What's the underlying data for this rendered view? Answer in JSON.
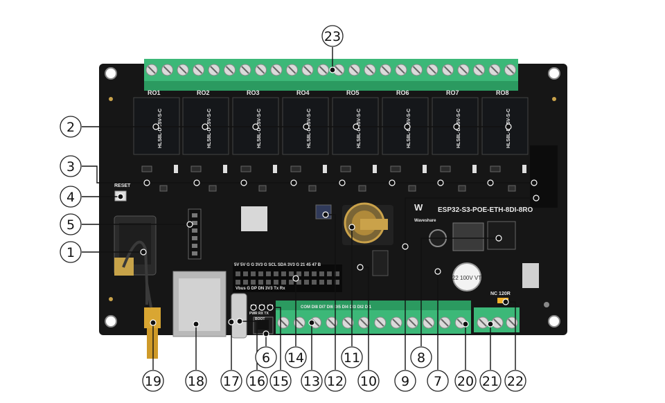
{
  "board": {
    "model_text": "ESP32-S3-POE-ETH-8DI-8RO",
    "brand_text": "Waveshare",
    "reset_text": "RESET",
    "relay_labels": [
      "RO1",
      "RO2",
      "RO3",
      "RO4",
      "RO5",
      "RO6",
      "RO7",
      "RO8"
    ],
    "pin_header_top": "5V 5V G G 3V3 G SCL SDA 3V3 G 21 45 47 B",
    "pin_header_bottom": "Vbus G DP DN 3V3 Tx Rx",
    "led_labels": "PWR RX TX",
    "boot_text": "BOOT",
    "terminal_text": "COM DI8 DI7 DI6 DI5 DI4 DI3 DI2 DI1",
    "term_switch_text": "NC 120R",
    "cap_text": "22 100V VT",
    "relay_body_text": "HLS8L-DC5V-S-C"
  },
  "callouts": [
    "1",
    "2",
    "3",
    "4",
    "5",
    "6",
    "7",
    "8",
    "9",
    "10",
    "11",
    "12",
    "13",
    "14",
    "15",
    "16",
    "17",
    "18",
    "19",
    "20",
    "21",
    "22",
    "23"
  ],
  "colors": {
    "pcb": "#161616",
    "terminal_green": "#3cb878",
    "relay_body": "#15171a",
    "ethernet_silver": "#b9b9b9",
    "sma_gold": "#d9a632",
    "battery_gold": "#caa24a"
  }
}
